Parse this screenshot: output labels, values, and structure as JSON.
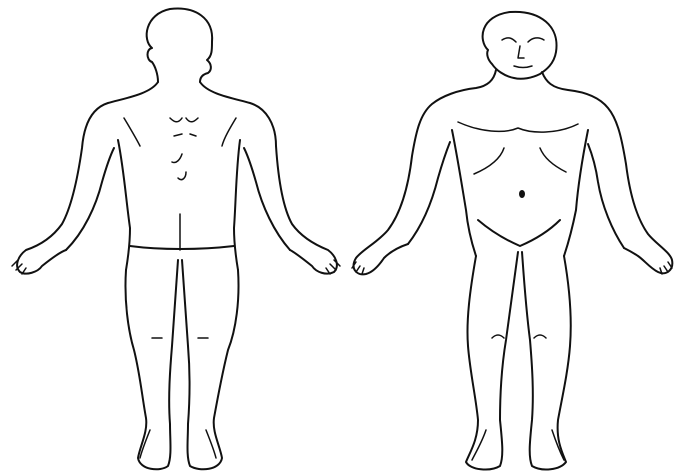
{
  "figure": {
    "ink_color": "#111111",
    "background_color": "#ffffff",
    "views": [
      {
        "id": "back",
        "icon": "human-body-back-view"
      },
      {
        "id": "front",
        "icon": "human-body-front-view"
      }
    ]
  }
}
